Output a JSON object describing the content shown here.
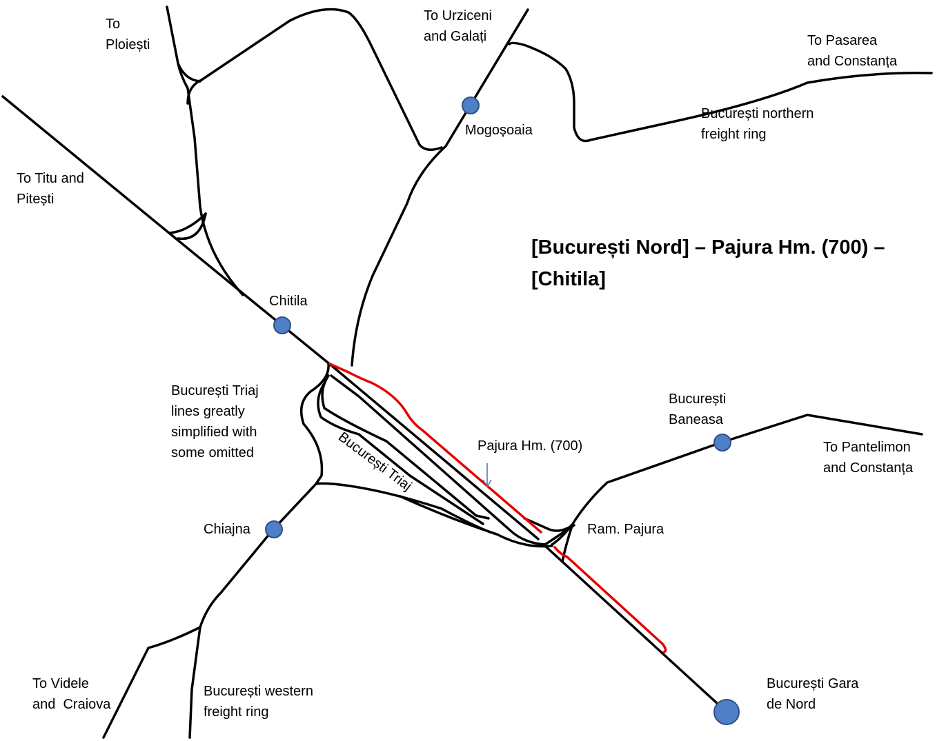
{
  "title": {
    "line1": "[București Nord] – Pajura Hm. (700) –",
    "line2": "[Chitila]"
  },
  "labels": {
    "to_ploiesti": "To\nPloiești",
    "to_urziceni": "To Urziceni\nand Galați",
    "to_pasarea": "To Pasarea\nand Constanța",
    "northern_ring": "București northern\nfreight ring",
    "mogosoaia": "Mogoșoaia",
    "to_titu": "To Titu and\nPitești",
    "chitila": "Chitila",
    "triaj_note": "București Triaj\nlines greatly\nsimplified with\nsome omitted",
    "triaj": "București Triaj",
    "baneasa": "București\nBaneasa",
    "to_pantelimon": "To Pantelimon\nand Constanța",
    "pajura_hm": "Pajura Hm. (700)",
    "ram_pajura": "Ram. Pajura",
    "chiajna": "Chiajna",
    "to_videle": "To Videle\nand  Craiova",
    "western_ring": "București western\nfreight ring",
    "gara_de_nord": "București Gara\nde Nord"
  },
  "colors": {
    "track": "#000000",
    "highlight": "#e60000",
    "station_fill": "#4f7fc6",
    "station_stroke": "#2f4f86",
    "arrow": "#4a6fa5"
  }
}
